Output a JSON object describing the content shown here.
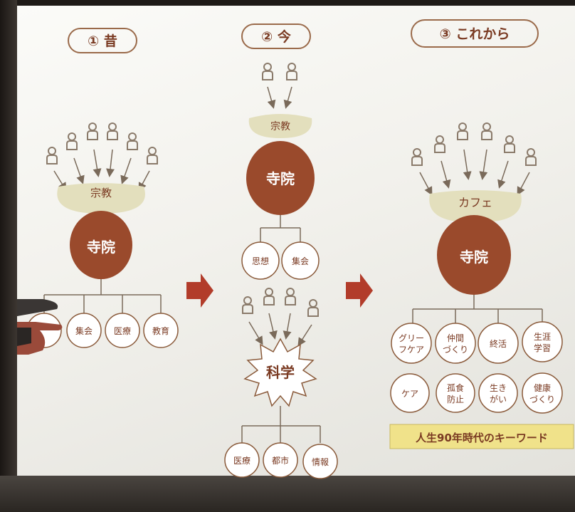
{
  "colors": {
    "brown": "#9a4a2c",
    "text": "#7a3a22",
    "beige": "#e3dfbd",
    "line": "#7a6a5a",
    "arrow": "#b23c2a",
    "person": "#8a7a6a",
    "keyword_bg": "#f0e28a"
  },
  "sections": [
    {
      "heading": "① 昔",
      "band": "宗教",
      "center": "寺院",
      "leaves": [
        "",
        "集会",
        "医療",
        "教育"
      ]
    },
    {
      "heading": "② 今",
      "band": "宗教",
      "center": "寺院",
      "leaves": [
        "思想",
        "集会"
      ],
      "science": "科学",
      "science_leaves": [
        "医療",
        "都市",
        "情報"
      ]
    },
    {
      "heading": "③ これから",
      "band": "カフェ",
      "center": "寺院",
      "leaves_row1": [
        [
          "グリー",
          "フケア"
        ],
        [
          "仲間",
          "づくり"
        ],
        [
          "終活"
        ],
        [
          "生涯",
          "学習"
        ]
      ],
      "leaves_row2": [
        [
          "ケア"
        ],
        [
          "孤食",
          "防止"
        ],
        [
          "生き",
          "がい"
        ],
        [
          "健康",
          "づくり"
        ]
      ],
      "keyword": "人生90年時代のキーワード"
    }
  ],
  "icons": [
    "person-icon",
    "arrow-right-icon",
    "starburst-icon"
  ]
}
